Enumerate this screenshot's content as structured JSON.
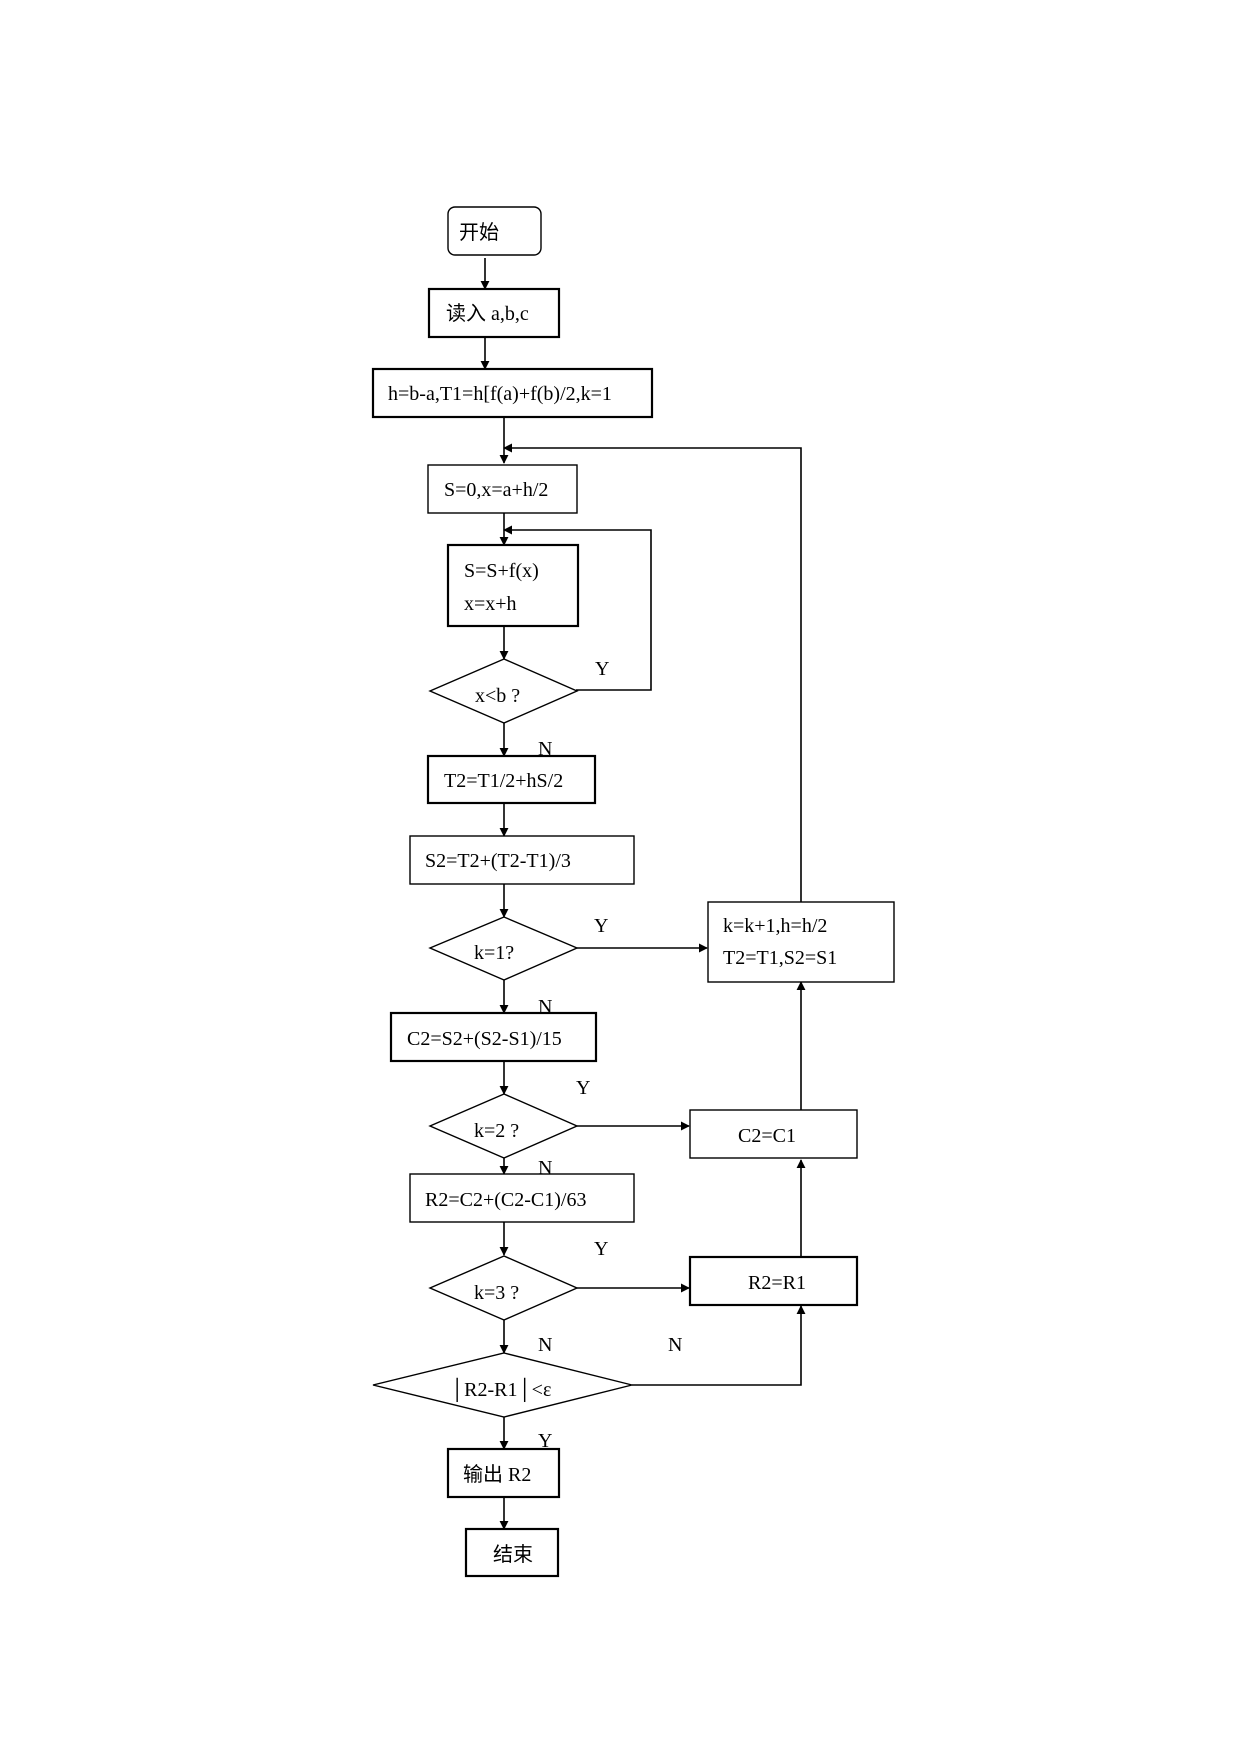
{
  "diagram": {
    "nodes": {
      "start": "开始",
      "read": "读入 a,b,c",
      "init": "h=b-a,T1=h[f(a)+f(b)/2,k=1",
      "s_init": "S=0,x=a+h/2",
      "loop_l1": "S=S+f(x)",
      "loop_l2": "x=x+h",
      "cond_x": "x<b ?",
      "t2": "T2=T1/2+hS/2",
      "s2": "S2=T2+(T2-T1)/3",
      "cond_k1": "k=1?",
      "update_l1": "k=k+1,h=h/2",
      "update_l2": "T2=T1,S2=S1",
      "c2": "C2=S2+(S2-S1)/15",
      "cond_k2": "k=2 ?",
      "c2c1": "C2=C1",
      "r2": "R2=C2+(C2-C1)/63",
      "cond_k3": "k=3 ?",
      "r2r1": "R2=R1",
      "cond_eps": "│R2-R1│<ε",
      "output": "输出 R2",
      "end": "结束"
    },
    "labels": {
      "x_yes": "Y",
      "x_no": "N",
      "k1_yes": "Y",
      "k1_no": "N",
      "k2_yes": "Y",
      "k2_no": "N",
      "k3_yes": "Y",
      "k3_no": "N",
      "eps_no": "N",
      "eps_yes": "Y"
    }
  }
}
